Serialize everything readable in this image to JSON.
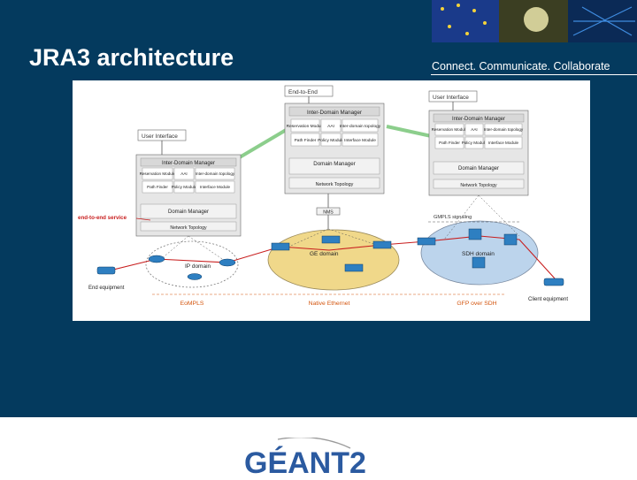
{
  "slide": {
    "title": "JRA3 architecture",
    "tagline": "Connect. Communicate. Collaborate"
  },
  "diagram": {
    "left_interface_label": "User Interface",
    "top_interface_label": "End-to-End",
    "right_interface_label": "User Interface",
    "center_idm": {
      "title": "Inter-Domain Manager",
      "cells": [
        "Reservation Module",
        "AAI",
        "Inter-domain topology",
        "Path Finder",
        "Policy Module",
        "Interface Module"
      ],
      "dm_label": "Domain Manager",
      "sub_label": "Network Topology"
    },
    "left_idm": {
      "title": "Inter-Domain Manager",
      "cells": [
        "Reservation Module",
        "AAI",
        "Inter-domain topology",
        "Path Finder",
        "Policy Module",
        "Interface Module"
      ],
      "dm_label": "Domain Manager",
      "sub_label": "Network Topology"
    },
    "right_idm": {
      "title": "Inter-Domain Manager",
      "cells": [
        "Reservation Module",
        "AAI",
        "Inter-domain topology",
        "Path Finder",
        "Policy Module",
        "Interface Module"
      ],
      "dm_label": "Domain Manager",
      "sub_label": "Network Topology"
    },
    "nms_label": "NMS",
    "gmpls_label": "GMPLS signaling",
    "e2e_label": "end-to-end service",
    "domains": {
      "ip": "IP domain",
      "ethernet": "GE domain",
      "sdh": "SDH domain"
    },
    "end_left": "End equipment",
    "end_right": "Client equipment",
    "technologies": [
      "EoMPLS",
      "Native Ethernet",
      "GFP over SDH"
    ]
  },
  "footer": {
    "logo_text": "GÉANT2"
  },
  "colors": {
    "background": "#043a5e",
    "tech_label": "#d4560f",
    "e2e_path": "#c81e1e",
    "ethernet_cloud": "#f0d88a",
    "sdh_cloud": "#bcd4ec",
    "ip_cloud": "#ffffff",
    "link_green": "#7fc97f",
    "logo_blue": "#2b5aa0"
  }
}
